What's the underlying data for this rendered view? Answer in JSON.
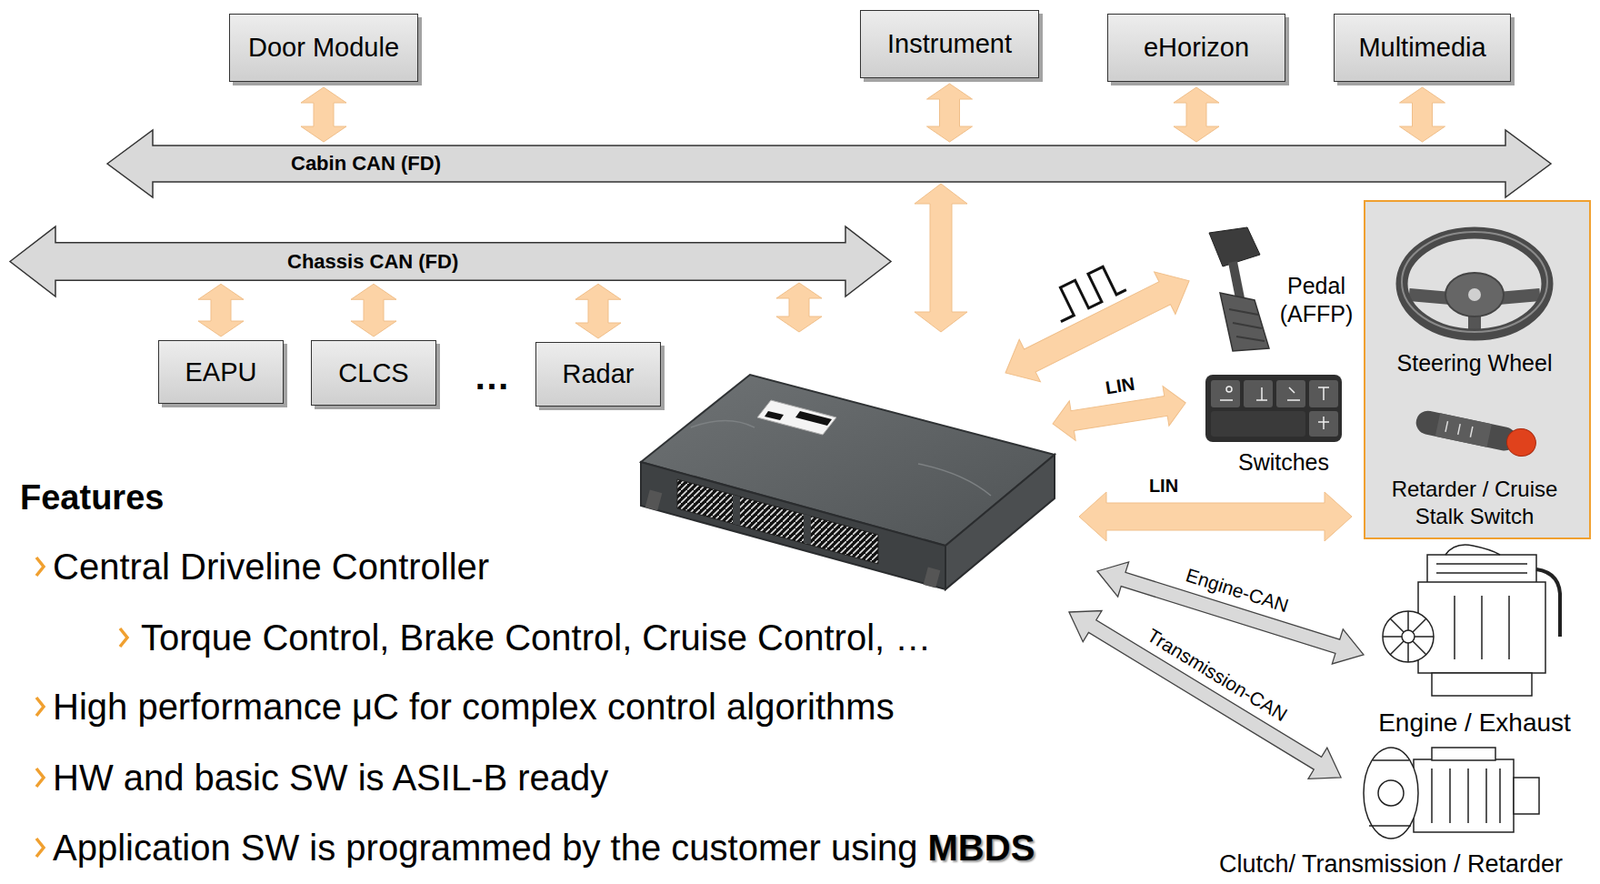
{
  "diagram": {
    "nodes": [
      {
        "text": [
          "Door Module"
        ]
      },
      {
        "text": [
          "Instrument"
        ]
      },
      {
        "text": [
          "eHorizon"
        ]
      },
      {
        "text": [
          "Multimedia"
        ]
      },
      {
        "text": [
          "Cabin CAN (FD)"
        ]
      },
      {
        "text": [
          "Chassis CAN (FD)"
        ]
      },
      {
        "text": [
          "EAPU"
        ]
      },
      {
        "text": [
          "CLCS"
        ]
      },
      {
        "text": [
          "Radar"
        ]
      }
    ],
    "edges": [
      {
        "from": 0,
        "to": 4,
        "arrow": "both"
      },
      {
        "from": 1,
        "to": 4,
        "arrow": "both"
      },
      {
        "from": 2,
        "to": 4,
        "arrow": "both"
      },
      {
        "from": 3,
        "to": 4,
        "arrow": "both"
      },
      {
        "from": 6,
        "to": 5,
        "arrow": "both"
      },
      {
        "from": 7,
        "to": 5,
        "arrow": "both"
      },
      {
        "from": 8,
        "to": 5,
        "arrow": "both"
      }
    ],
    "labels": [
      "…",
      "Pedal (AFFP)",
      "LIN",
      "Switches",
      "Steering Wheel",
      "Retarder / Cruise Stalk Switch",
      "LIN",
      "Engine-CAN",
      "Transmission-CAN",
      "Engine / Exhaust",
      "Clutch/ Transmission / Retarder",
      "Features",
      "Central Driveline Controller",
      "Torque Control, Brake Control, Cruise Control, …",
      "High performance μC for complex control algorithms",
      "HW and basic SW is ASIL-B ready",
      "Application SW is programmed by the customer using",
      "MBDS"
    ]
  }
}
